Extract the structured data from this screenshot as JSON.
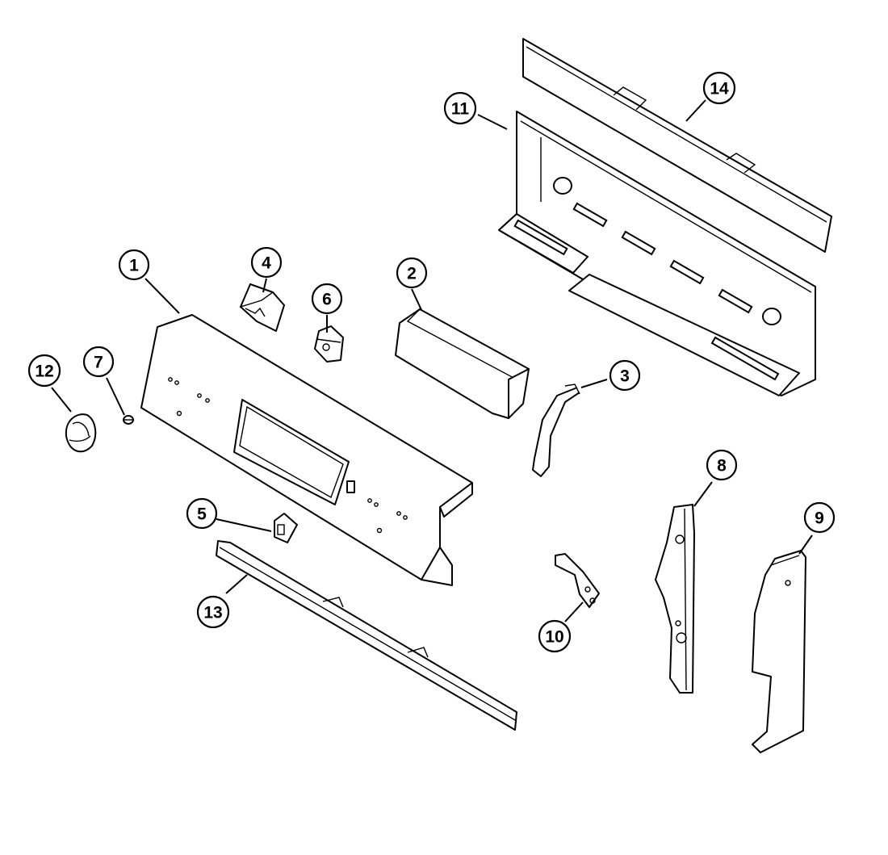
{
  "diagram": {
    "type": "exploded-parts-diagram",
    "callouts": [
      {
        "id": "1",
        "label": "1"
      },
      {
        "id": "2",
        "label": "2"
      },
      {
        "id": "3",
        "label": "3"
      },
      {
        "id": "4",
        "label": "4"
      },
      {
        "id": "5",
        "label": "5"
      },
      {
        "id": "6",
        "label": "6"
      },
      {
        "id": "7",
        "label": "7"
      },
      {
        "id": "8",
        "label": "8"
      },
      {
        "id": "9",
        "label": "9"
      },
      {
        "id": "10",
        "label": "10"
      },
      {
        "id": "11",
        "label": "11"
      },
      {
        "id": "12",
        "label": "12"
      },
      {
        "id": "13",
        "label": "13"
      },
      {
        "id": "14",
        "label": "14"
      }
    ]
  }
}
